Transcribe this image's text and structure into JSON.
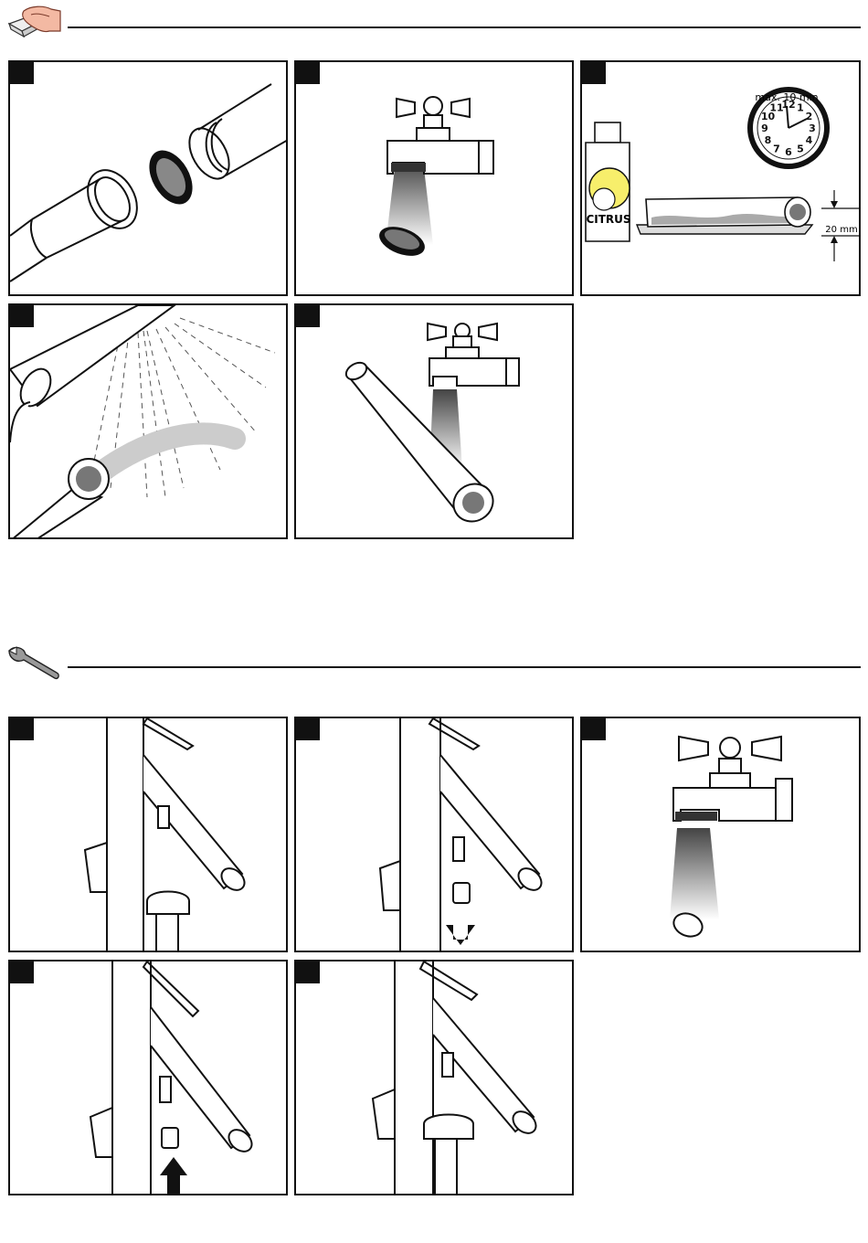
{
  "section_care": {
    "icon": "hand-cleaning-icon"
  },
  "section_maintenance": {
    "icon": "wrench-icon"
  },
  "panel3": {
    "time_label": "max. 10 min",
    "bottle_label": "CITRUS",
    "depth_label": "20 mm",
    "clock_numbers": [
      "12",
      "1",
      "2",
      "3",
      "4",
      "5",
      "6",
      "7",
      "8",
      "9",
      "10",
      "11"
    ]
  }
}
